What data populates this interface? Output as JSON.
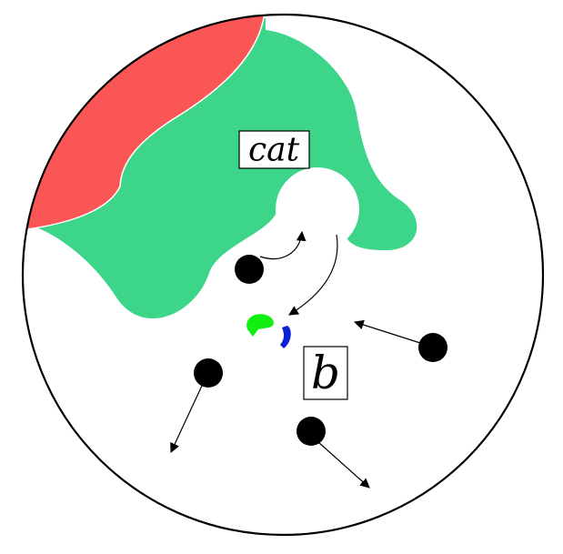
{
  "colors": {
    "background": "#ffffff",
    "circle_outline": "#000000",
    "red_region": "#fa5656",
    "green_region": "#3cd58a",
    "bright_green_blob": "#11ee11",
    "blue_blob": "#0a1fd6",
    "dots": "#000000",
    "arrows": "#000000"
  },
  "labels": {
    "cat": "cat",
    "b": "b"
  },
  "dots": [
    {
      "name": "dot-left-upper",
      "arrow": "curved-up-to-hole"
    },
    {
      "name": "dot-right",
      "arrow": "toward-upper-left"
    },
    {
      "name": "dot-left-lower",
      "arrow": "toward-lower-left"
    },
    {
      "name": "dot-bottom",
      "arrow": "toward-lower-right"
    }
  ],
  "icons": {
    "dot": "filled-black-circle",
    "arrowhead": "triangle-arrowhead"
  }
}
